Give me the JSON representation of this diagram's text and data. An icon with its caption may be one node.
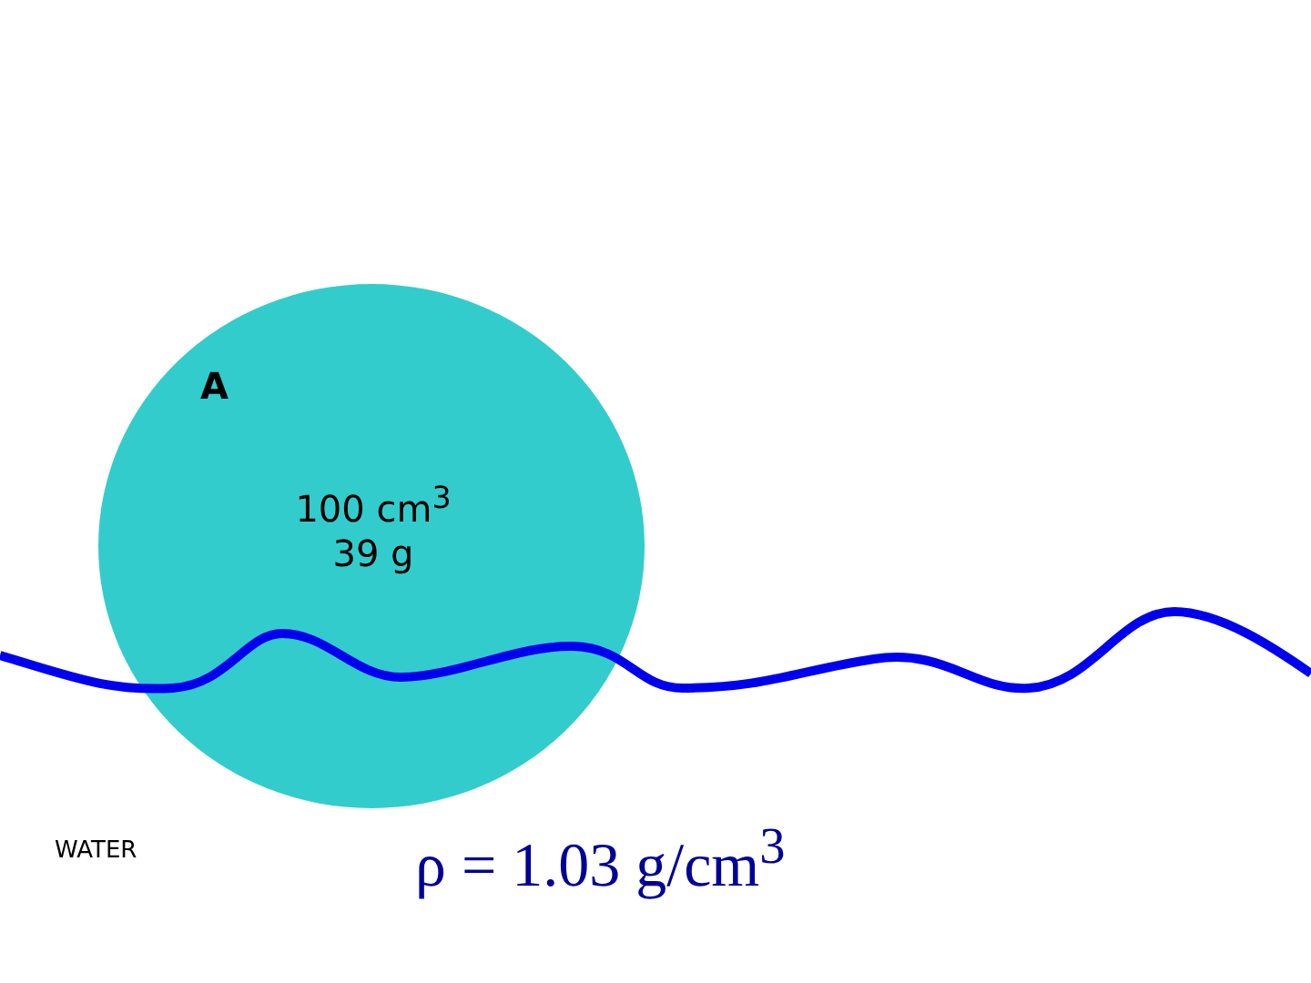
{
  "diagram": {
    "nodes": [
      {
        "text": [
          "A",
          "100 cm$^{3}$ 39 g"
        ]
      }
    ],
    "labels": [
      "WATER",
      "ρ = 1.03 g/cm$^{3}$"
    ]
  }
}
